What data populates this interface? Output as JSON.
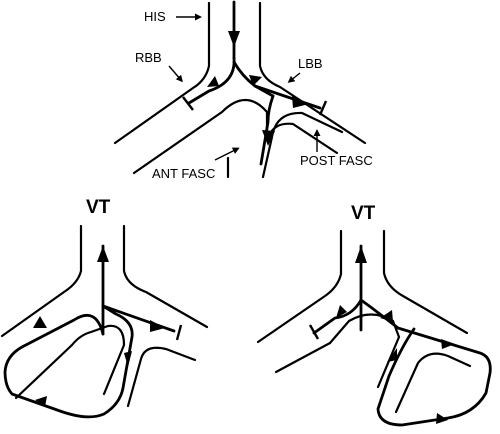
{
  "labels": {
    "his": "HIS",
    "rbb": "RBB",
    "lbb": "LBB",
    "ant_fasc": "ANT FASC",
    "post_fasc": "POST FASC"
  },
  "titles": {
    "left": "VT",
    "right": "VT"
  }
}
